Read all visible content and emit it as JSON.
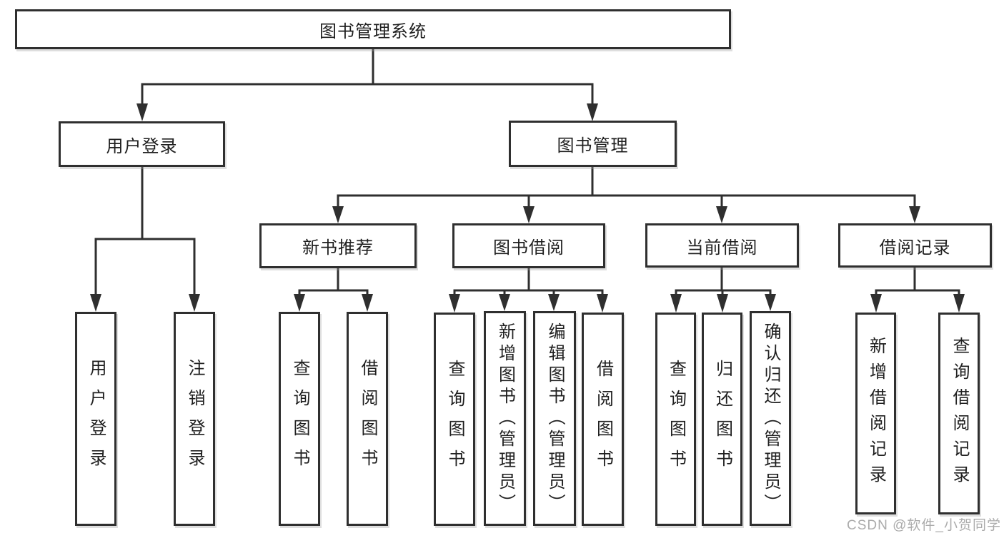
{
  "diagram_title": "图书管理系统",
  "tree": {
    "label": "图书管理系统",
    "children": [
      {
        "label": "用户登录",
        "children": [
          {
            "label": "用户登录"
          },
          {
            "label": "注销登录"
          }
        ]
      },
      {
        "label": "图书管理",
        "children": [
          {
            "label": "新书推荐",
            "children": [
              {
                "label": "查询图书"
              },
              {
                "label": "借阅图书"
              }
            ]
          },
          {
            "label": "图书借阅",
            "children": [
              {
                "label": "查询图书"
              },
              {
                "label": "新增图书（管理员）"
              },
              {
                "label": "编辑图书（管理员）"
              },
              {
                "label": "借阅图书"
              }
            ]
          },
          {
            "label": "当前借阅",
            "children": [
              {
                "label": "查询图书"
              },
              {
                "label": "归还图书"
              },
              {
                "label": "确认归还（管理员）"
              }
            ]
          },
          {
            "label": "借阅记录",
            "children": [
              {
                "label": "新增借阅记录"
              },
              {
                "label": "查询借阅记录"
              }
            ]
          }
        ]
      }
    ]
  },
  "watermark": {
    "text": "CSDN @软件_小贺同学"
  },
  "colors": {
    "line": "#2f2f2f",
    "box_fill": "#ffffff",
    "text": "#1f1f1f",
    "watermark": "#ababab"
  }
}
